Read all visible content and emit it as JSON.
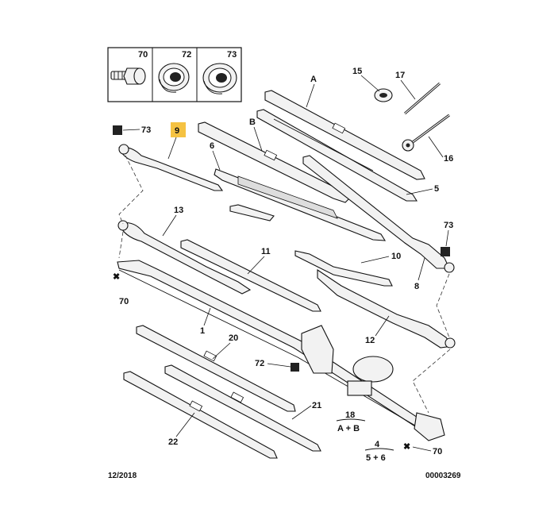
{
  "inset": [
    {
      "id": "inset-70",
      "label": "70",
      "icon": "bolt-icon"
    },
    {
      "id": "inset-72",
      "label": "72",
      "icon": "grommet-icon"
    },
    {
      "id": "inset-73",
      "label": "73",
      "icon": "grommet-large-icon"
    }
  ],
  "callouts": {
    "c9": "9",
    "c73a": "73",
    "c6": "6",
    "cB": "B",
    "cA": "A",
    "c15": "15",
    "c17": "17",
    "c16": "16",
    "c5": "5",
    "c73b": "73",
    "c13": "13",
    "c11": "11",
    "c10": "10",
    "c8": "8",
    "c70a": "70",
    "c1": "1",
    "c12": "12",
    "c20": "20",
    "c72": "72",
    "c21": "21",
    "c22": "22",
    "c70b": "70"
  },
  "kits": {
    "k18": {
      "num": "18",
      "sub": "A + B"
    },
    "k4": {
      "num": "4",
      "sub": "5 + 6"
    }
  },
  "highlight_color": "#f5c242",
  "footer": {
    "date": "12/2018",
    "code": "00003269"
  }
}
